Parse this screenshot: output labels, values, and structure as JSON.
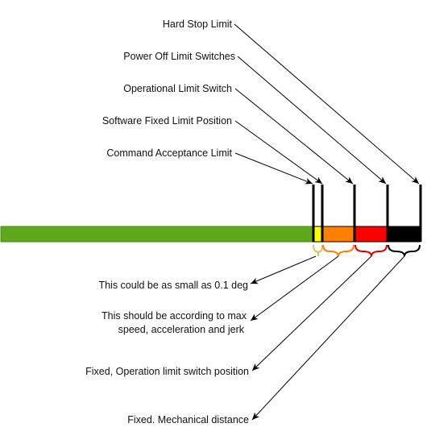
{
  "top_labels": {
    "hard_stop": "Hard Stop Limit",
    "power_off": "Power Off Limit Switches",
    "operational": "Operational Limit Switch",
    "software_fixed": "Software Fixed Limit Position",
    "command_acceptance": "Command Acceptance Limit"
  },
  "bottom_notes": {
    "small": "This could be as small as 0.1 deg",
    "according_line1": "This should be according to max",
    "according_line2": "speed, acceleration and jerk",
    "fixed_operation": "Fixed, Operation limit switch position",
    "fixed_mechanical": "Fixed. Mechanical distance"
  },
  "colors": {
    "travel": "#5fa81e",
    "zone_small": "#ffff00",
    "zone_decel": "#ff8000",
    "zone_operation": "#ff0000",
    "zone_mechanical": "#000000",
    "brace_small": "#d8c36a",
    "brace_decel": "#ff8000",
    "brace_operation": "#e00000",
    "brace_mechanical": "#000000"
  }
}
